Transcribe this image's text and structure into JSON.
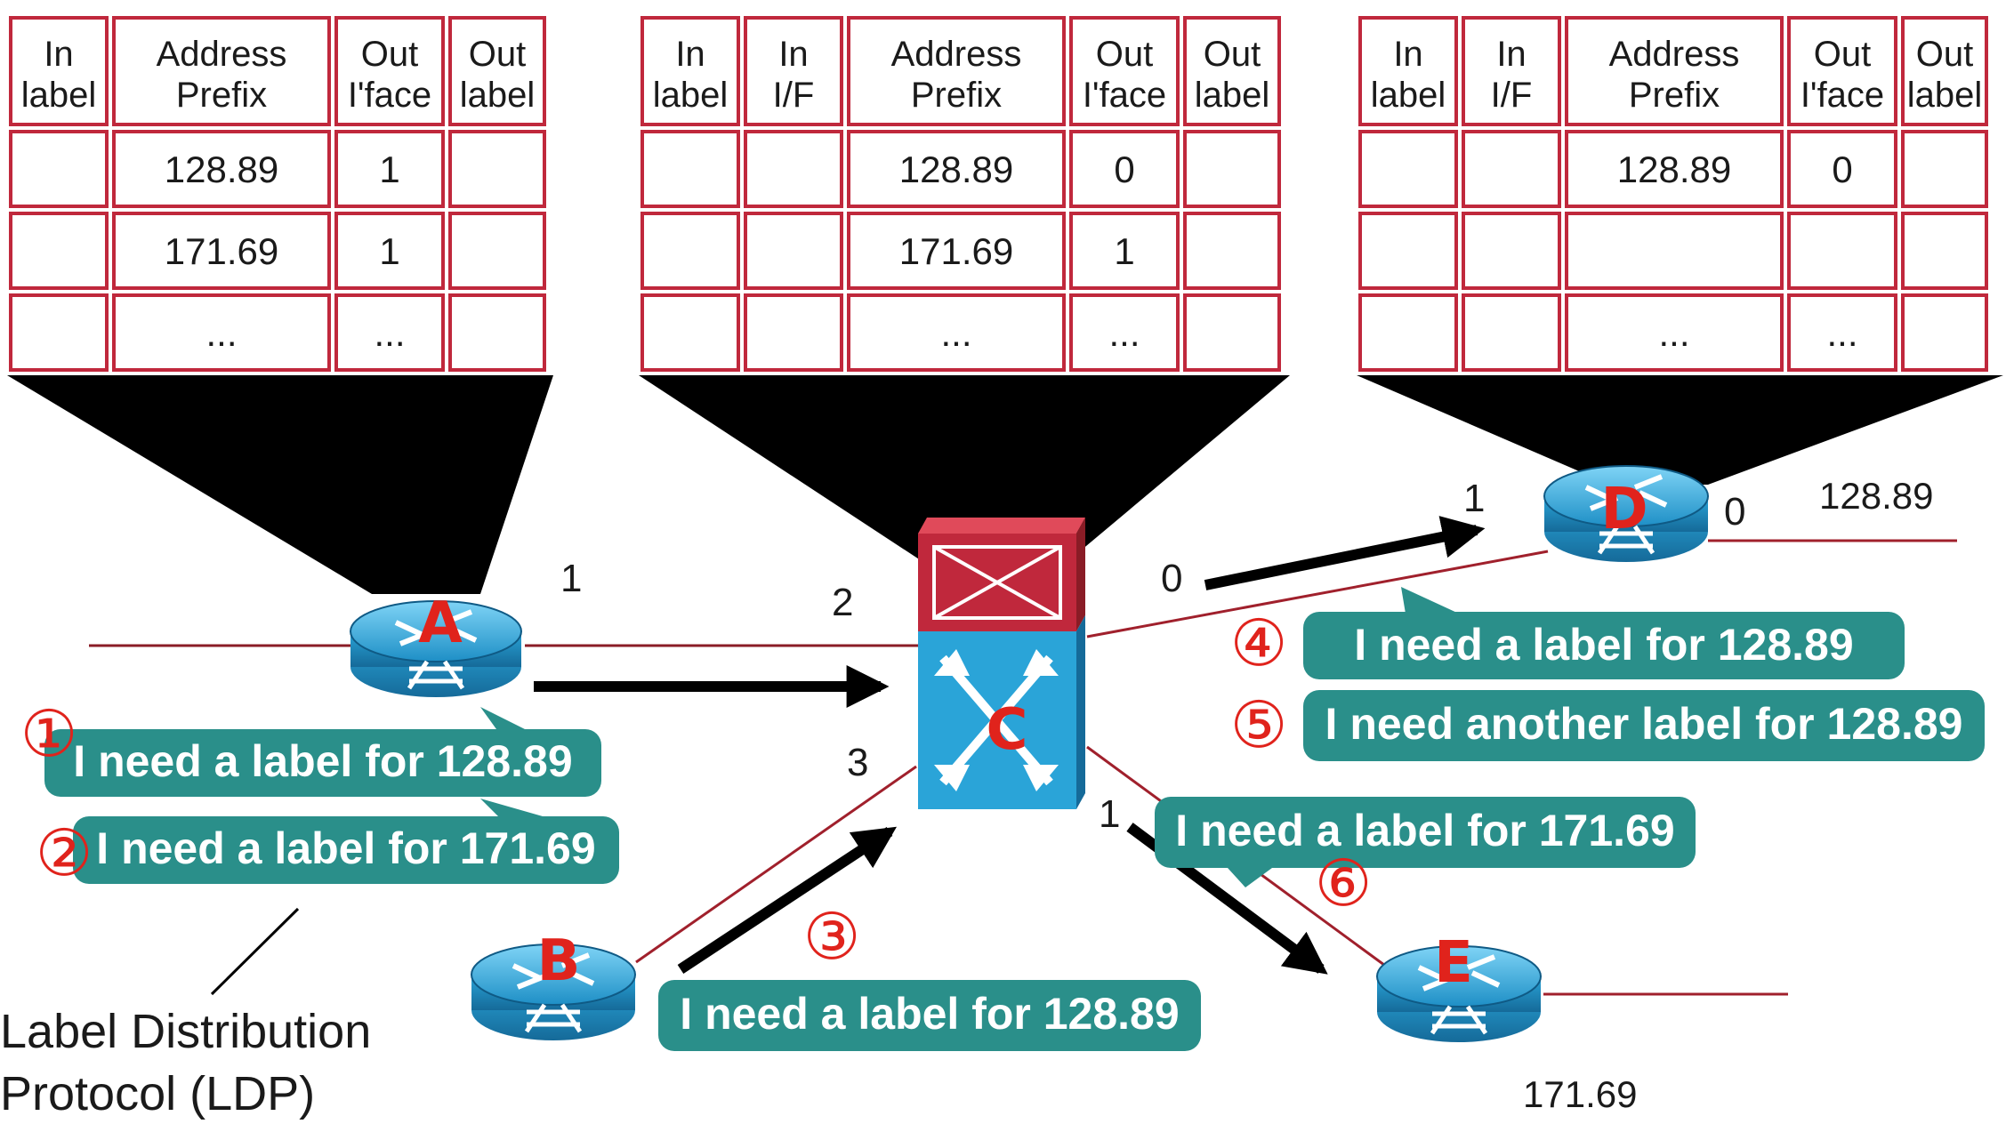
{
  "tables": [
    {
      "id": "A",
      "headers": [
        [
          "In",
          "label"
        ],
        [
          "Address",
          "Prefix"
        ],
        [
          "Out",
          "I'face"
        ],
        [
          "Out",
          "label"
        ]
      ],
      "rows": [
        [
          "",
          "128.89",
          "1",
          ""
        ],
        [
          "",
          "171.69",
          "1",
          ""
        ],
        [
          "",
          "...",
          "...",
          ""
        ]
      ]
    },
    {
      "id": "C",
      "headers": [
        [
          "In",
          "label"
        ],
        [
          "In",
          "I/F"
        ],
        [
          "Address",
          "Prefix"
        ],
        [
          "Out",
          "I'face"
        ],
        [
          "Out",
          "label"
        ]
      ],
      "rows": [
        [
          "",
          "",
          "128.89",
          "0",
          ""
        ],
        [
          "",
          "",
          "171.69",
          "1",
          ""
        ],
        [
          "",
          "",
          "...",
          "...",
          ""
        ]
      ]
    },
    {
      "id": "D",
      "headers": [
        [
          "In",
          "label"
        ],
        [
          "In",
          "I/F"
        ],
        [
          "Address",
          "Prefix"
        ],
        [
          "Out",
          "I'face"
        ],
        [
          "Out",
          "label"
        ]
      ],
      "rows": [
        [
          "",
          "",
          "128.89",
          "0",
          ""
        ],
        [
          "",
          "",
          "",
          "",
          ""
        ],
        [
          "",
          "",
          "...",
          "...",
          ""
        ]
      ]
    }
  ],
  "nodes": {
    "A": "A",
    "B": "B",
    "C": "C",
    "D": "D",
    "E": "E"
  },
  "interfaces": {
    "a_1": "1",
    "c_2": "2",
    "c_3": "3",
    "c_0": "0",
    "c_1": "1",
    "d_1": "1",
    "d_0": "0"
  },
  "prefixes": {
    "d": "128.89",
    "e": "171.69"
  },
  "messages": [
    {
      "step": "①",
      "text": "I need a label for 128.89"
    },
    {
      "step": "②",
      "text": "I need a label for 171.69"
    },
    {
      "step": "③",
      "text": "I need a label for 128.89"
    },
    {
      "step": "④",
      "text": "I need a label for 128.89"
    },
    {
      "step": "⑤",
      "text": "I need another label for 128.89"
    },
    {
      "step": "⑥",
      "text": "I need a label for 171.69"
    }
  ],
  "ldp_caption": [
    "Label Distribution",
    "Protocol (LDP)"
  ],
  "colors": {
    "table_border": "#c0283c",
    "bubble_fill": "#2a8f8a",
    "link_red": "#a0202c",
    "router_blue": "#2aa4d8",
    "switch_red": "#c0283c",
    "label_red": "#e0231c",
    "funnel": "#000000"
  }
}
